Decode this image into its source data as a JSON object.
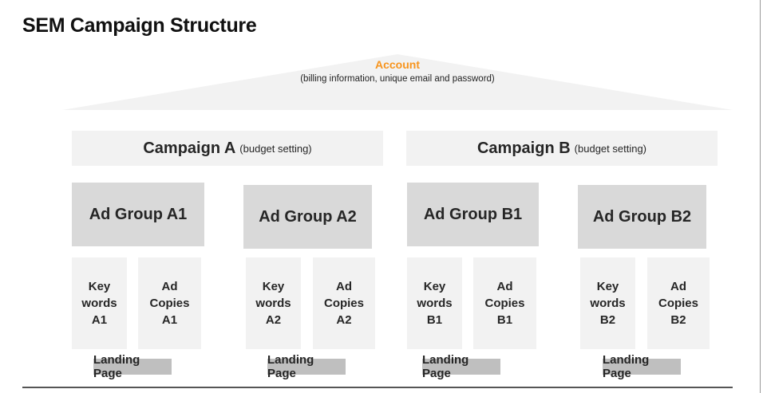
{
  "title": "SEM Campaign Structure",
  "account": {
    "label": "Account",
    "description": "(billing information, unique email and password)",
    "accent_color": "#f7941d"
  },
  "campaigns": [
    {
      "name": "Campaign A",
      "note": "(budget setting)"
    },
    {
      "name": "Campaign B",
      "note": "(budget setting)"
    }
  ],
  "ad_groups": [
    {
      "name": "Ad Group A1",
      "keywords": "Key\nwords\nA1",
      "ad_copies": "Ad\nCopies\nA1",
      "landing": "Landing Page"
    },
    {
      "name": "Ad Group A2",
      "keywords": "Key\nwords\nA2",
      "ad_copies": "Ad\nCopies\nA2",
      "landing": "Landing Page"
    },
    {
      "name": "Ad Group B1",
      "keywords": "Key\nwords\nB1",
      "ad_copies": "Ad\nCopies\nB1",
      "landing": "Landing Page"
    },
    {
      "name": "Ad Group B2",
      "keywords": "Key\nwords\nB2",
      "ad_copies": "Ad\nCopies\nB2",
      "landing": "Landing Page"
    }
  ]
}
